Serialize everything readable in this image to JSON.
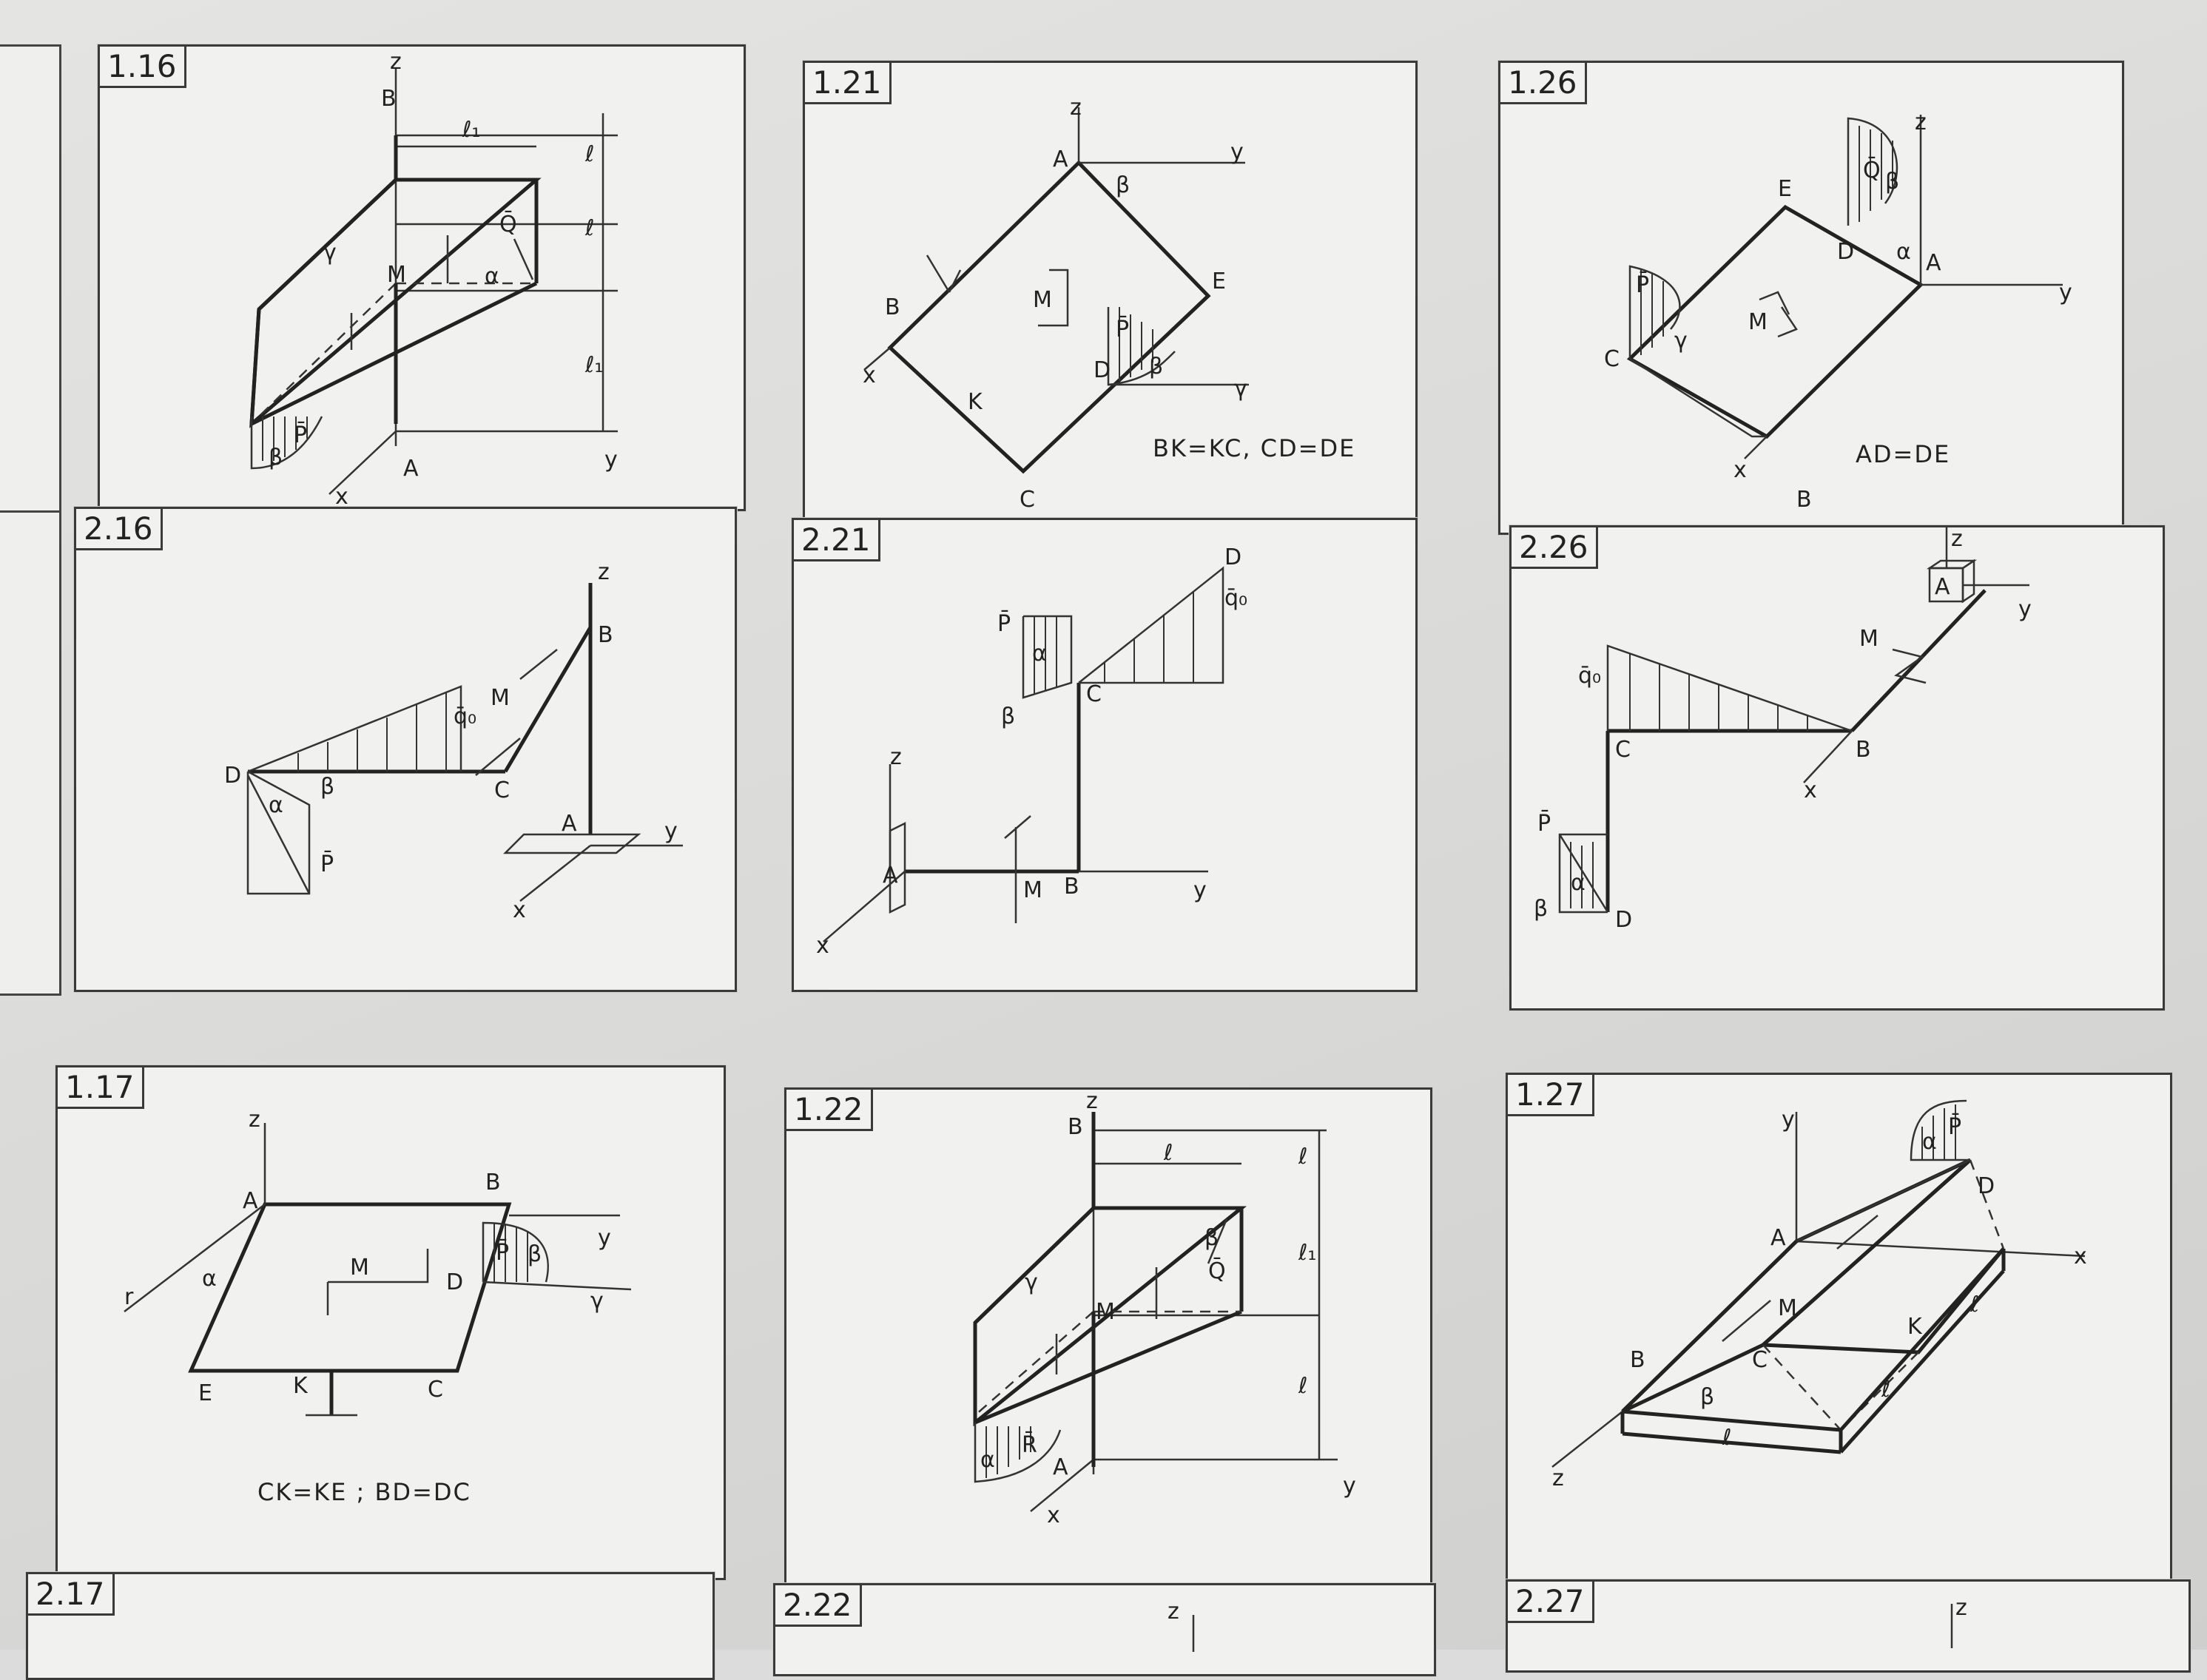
{
  "panels": [
    {
      "id": "1.16",
      "labels": {
        "B": "B",
        "A": "A",
        "M": "M",
        "Q": "Q̄",
        "P": "P̄",
        "alpha": "α",
        "gamma": "γ",
        "beta": "β",
        "z": "z",
        "y": "y",
        "x": "x",
        "l1": "ℓ₁",
        "l_a": "ℓ",
        "l_b": "ℓ",
        "l1_b": "ℓ₁"
      }
    },
    {
      "id": "2.16",
      "labels": {
        "D": "D",
        "C": "C",
        "B": "B",
        "A": "A",
        "M": "M",
        "q0": "q̄₀",
        "P": "P̄",
        "alpha": "α",
        "beta": "β",
        "z": "z",
        "y": "y",
        "x": "x"
      }
    },
    {
      "id": "1.21",
      "labels": {
        "A": "A",
        "B": "B",
        "C": "C",
        "D": "D",
        "E": "E",
        "K": "K",
        "M": "M",
        "beta": "β",
        "beta2": "β",
        "gamma": "γ",
        "P": "P̄",
        "z": "z",
        "y": "y",
        "x": "x"
      },
      "equation": "BK=KC, CD=DE"
    },
    {
      "id": "2.21",
      "labels": {
        "D": "D",
        "C": "C",
        "B": "B",
        "A": "A",
        "M": "M",
        "P": "P̄",
        "q0": "q̄₀",
        "alpha": "α",
        "beta": "β",
        "z": "z",
        "y": "y",
        "x": "x"
      }
    },
    {
      "id": "1.26",
      "labels": {
        "A": "A",
        "B": "B",
        "C": "C",
        "D": "D",
        "E": "E",
        "M": "M",
        "Q": "Q̄",
        "P": "P̄",
        "alpha": "α",
        "beta": "β",
        "gamma": "γ",
        "z": "z",
        "y": "y",
        "x": "x"
      },
      "equation": "AD=DE"
    },
    {
      "id": "2.26",
      "labels": {
        "A": "A",
        "B": "B",
        "C": "C",
        "D": "D",
        "M": "M",
        "q0": "q̄₀",
        "P": "P̄",
        "alpha": "α",
        "beta": "β",
        "z": "z",
        "y": "y",
        "x": "x"
      }
    },
    {
      "id": "1.17",
      "labels": {
        "A": "A",
        "B": "B",
        "C": "C",
        "D": "D",
        "E": "E",
        "K": "K",
        "M": "M",
        "P": "P̄",
        "alpha": "α",
        "beta": "β",
        "gamma": "γ",
        "z": "z",
        "y": "y",
        "r": "r"
      },
      "equation": "CK=KE ; BD=DC"
    },
    {
      "id": "1.22",
      "labels": {
        "B": "B",
        "A": "A",
        "M": "M",
        "Q": "Q̄",
        "R": "R̄",
        "alpha": "α",
        "beta": "β",
        "gamma": "γ",
        "l": "ℓ",
        "l1": "ℓ₁",
        "l_a": "ℓ",
        "l_b": "ℓ",
        "z": "z",
        "y": "y",
        "x": "x"
      }
    },
    {
      "id": "1.27",
      "labels": {
        "A": "A",
        "B": "B",
        "C": "C",
        "D": "D",
        "K": "K",
        "M": "M",
        "P": "P̄",
        "alpha": "α",
        "beta": "β",
        "y": "y",
        "x": "x",
        "z": "z",
        "l_a": "ℓ",
        "l_b": "ℓ",
        "l_c": "ℓ"
      }
    },
    {
      "id": "2.17",
      "labels": {}
    },
    {
      "id": "2.22",
      "labels": {
        "z": "z"
      }
    },
    {
      "id": "2.27",
      "labels": {
        "z": "z"
      }
    }
  ]
}
